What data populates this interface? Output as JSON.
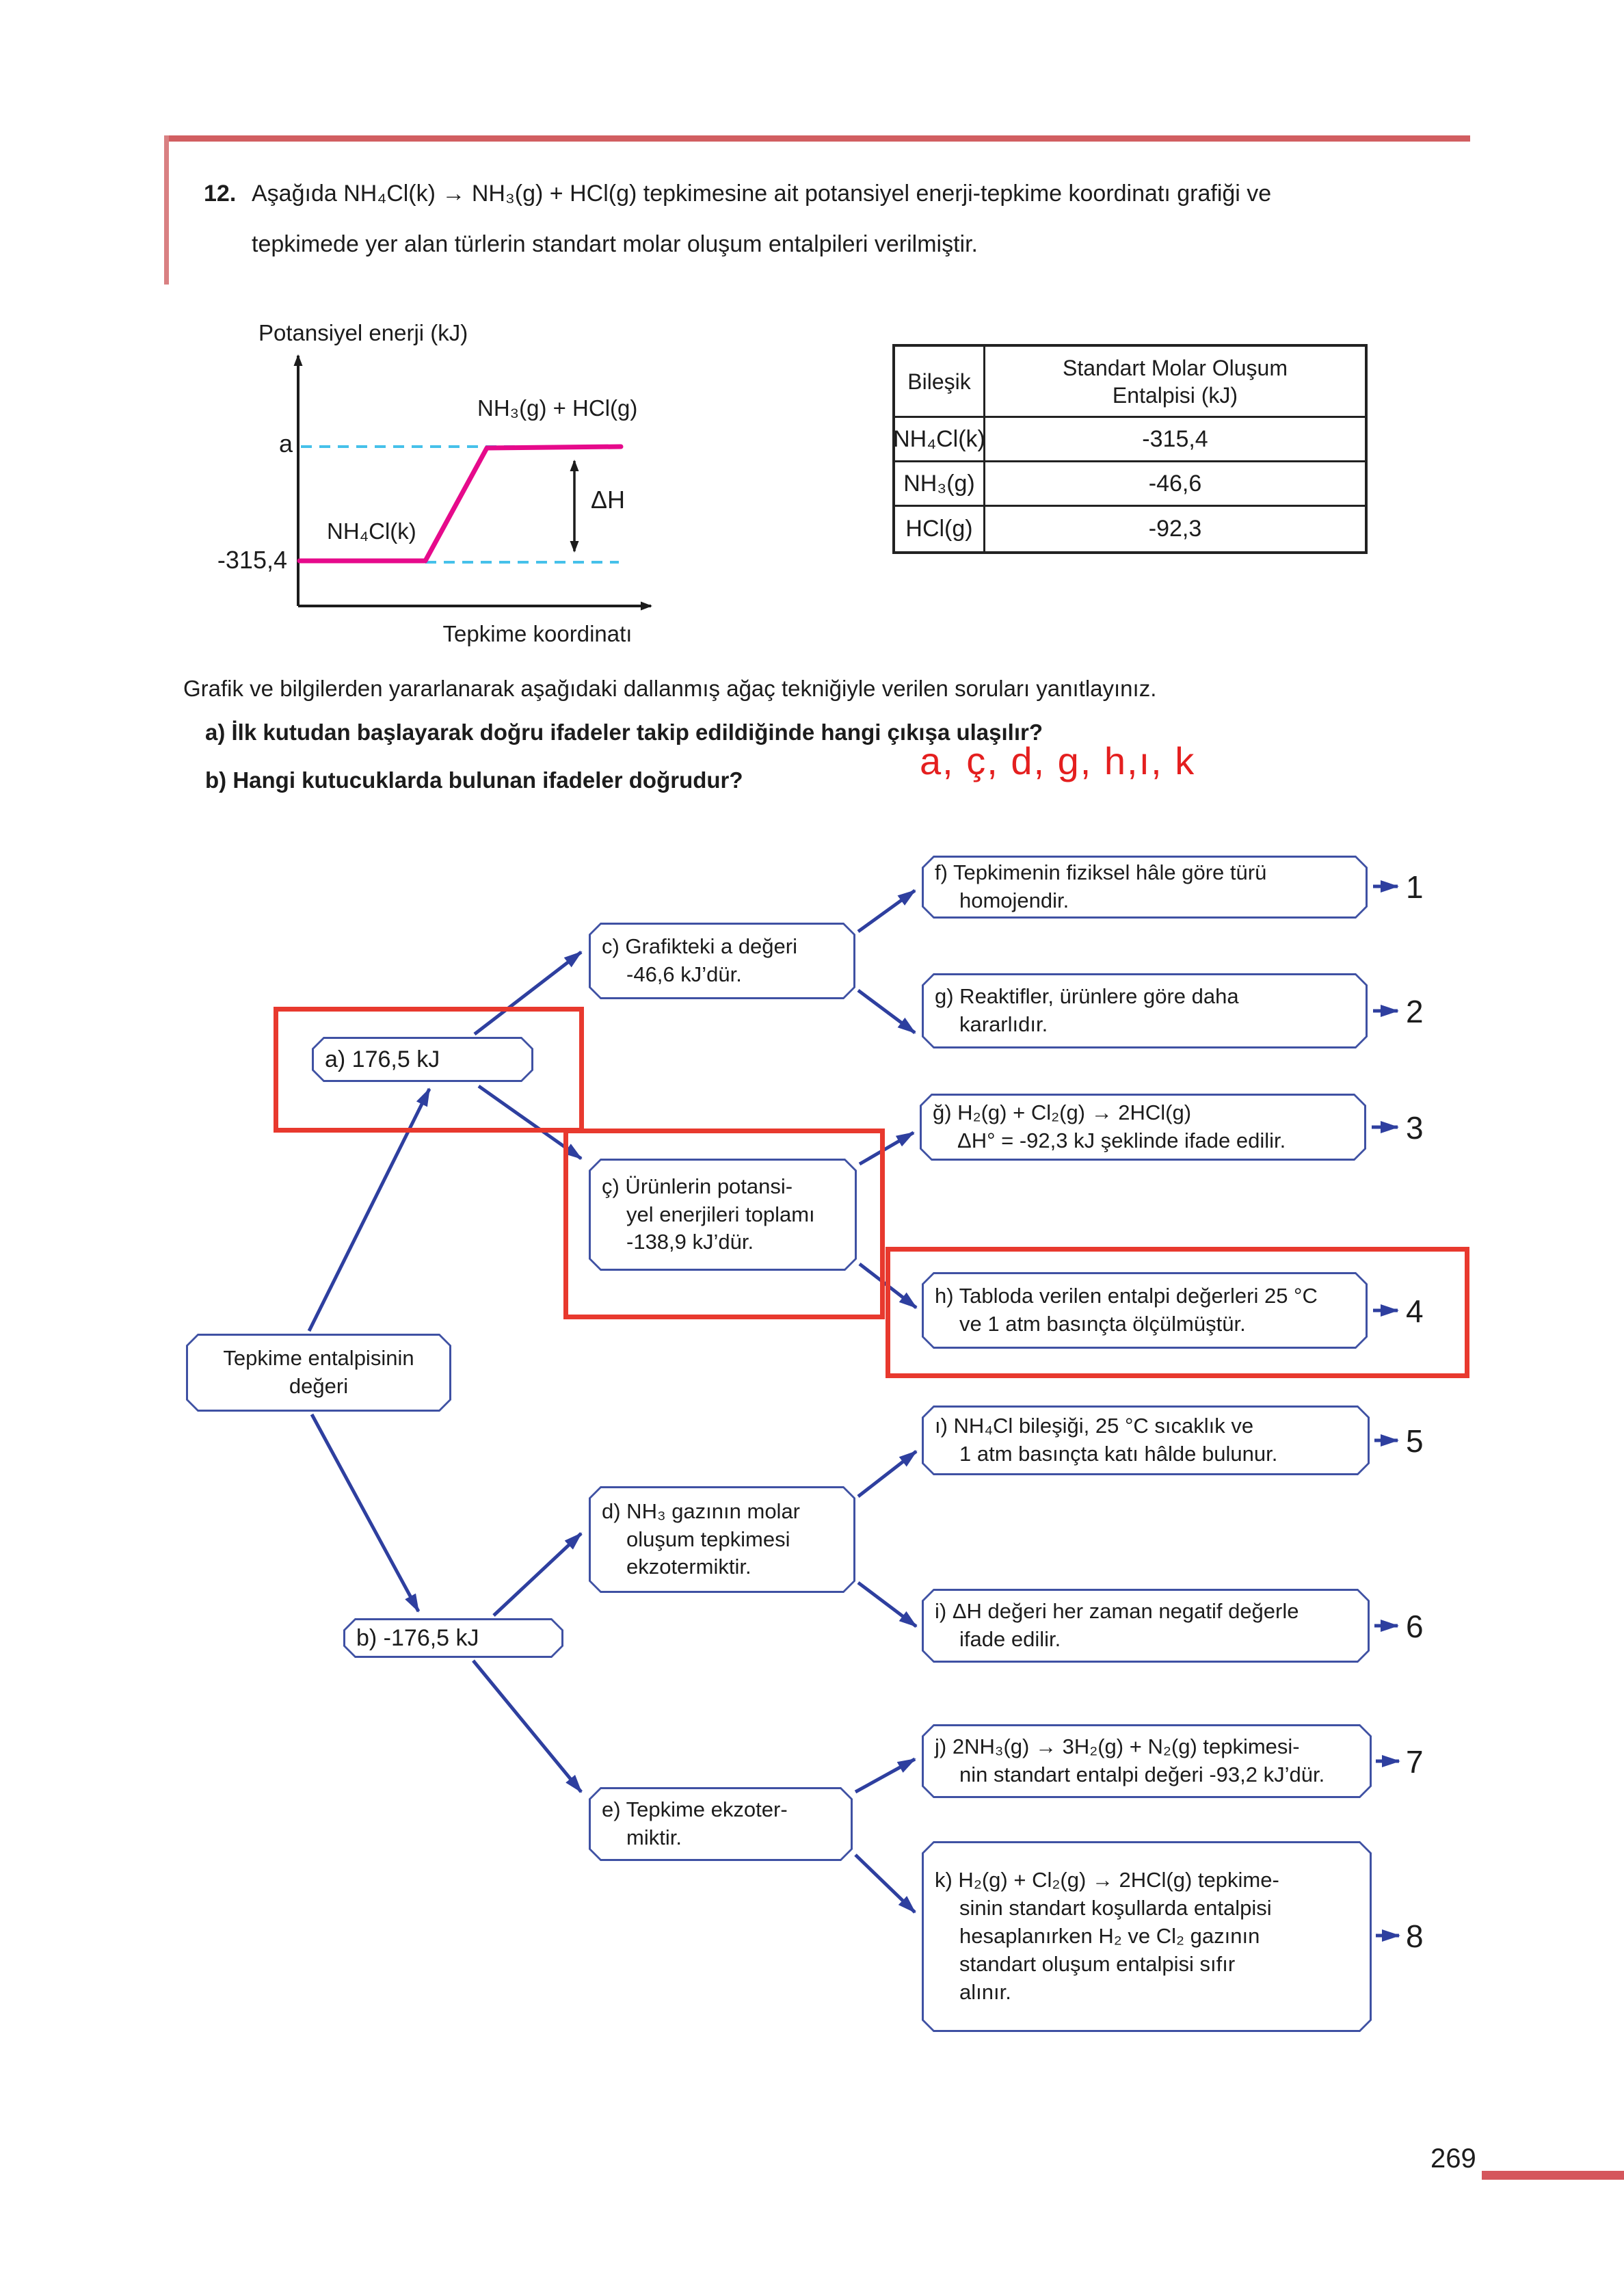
{
  "question": {
    "number": "12.",
    "line1": "Aşağıda NH₄Cl(k) → NH₃(g) + HCl(g) tepkimesine ait potansiyel enerji-tepkime koordinatı grafiği ve",
    "line2": "tepkimede yer alan türlerin standart molar oluşum entalpileri verilmiştir."
  },
  "chart_data": {
    "type": "line",
    "title": "Potansiyel enerji - tepkime koordinatı grafiği",
    "xlabel": "Tepkime koordinatı",
    "ylabel": "Potansiyel enerji (kJ)",
    "series": [
      {
        "name": "NH₄Cl(k) → NH₃(g) + HCl(g)",
        "levels": [
          {
            "label": "NH₄Cl(k)",
            "value": -315.4,
            "tick": "-315,4"
          },
          {
            "label": "NH₃(g) + HCl(g)",
            "value": "a",
            "tick": "a"
          }
        ]
      }
    ],
    "annotations": [
      "ΔH"
    ],
    "grid": false,
    "legend_position": "none"
  },
  "graph": {
    "y_axis": "Potansiyel enerji (kJ)",
    "x_axis": "Tepkime koordinatı",
    "level_a": "a",
    "level_reactant": "-315,4",
    "reactant": "NH₄Cl(k)",
    "products": "NH₃(g) + HCl(g)",
    "delta_h": "ΔH",
    "line_color": "#e60a8b",
    "dash_color": "#46c1ea"
  },
  "table": {
    "header_left": "Bileşik",
    "header_right_lines": [
      "Standart Molar Oluşum",
      "Entalpisi (kJ)"
    ],
    "rows": [
      {
        "compound": "NH₄Cl(k)",
        "enthalpy": "-315,4"
      },
      {
        "compound": "NH₃(g)",
        "enthalpy": "-46,6"
      },
      {
        "compound": "HCl(g)",
        "enthalpy": "-92,3"
      }
    ]
  },
  "instructions": {
    "intro": "Grafik ve bilgilerden yararlanarak aşağıdaki dallanmış ağaç tekniğiyle verilen soruları yanıtlayınız.",
    "item_a": "a) İlk kutudan başlayarak doğru ifadeler takip edildiğinde hangi çıkışa ulaşılır?",
    "item_b": "b) Hangi kutucuklarda bulunan ifadeler doğrudur?",
    "answer": "a, ç, d, g, h,ı, k",
    "answer_color": "#e41f1f"
  },
  "tree": {
    "root": {
      "lines": [
        "Tepkime entalpisinin",
        "değeri"
      ]
    },
    "a": {
      "lines": [
        "a) 176,5 kJ"
      ]
    },
    "b": {
      "lines": [
        "b) -176,5 kJ"
      ]
    },
    "c": {
      "lines": [
        "c) Grafikteki a değeri",
        "-46,6 kJ’dür."
      ]
    },
    "ce": {
      "lines": [
        "ç) Ürünlerin potansi-",
        "yel enerjileri toplamı",
        "-138,9 kJ’dür."
      ]
    },
    "d": {
      "lines": [
        "d) NH₃ gazının molar",
        "oluşum tepkimesi",
        "ekzotermiktir."
      ]
    },
    "e": {
      "lines": [
        "e) Tepkime ekzoter-",
        "miktir."
      ]
    },
    "f": {
      "lines": [
        "f) Tepkimenin fiziksel hâle göre türü",
        "homojendir."
      ]
    },
    "g": {
      "lines": [
        "g) Reaktifler, ürünlere göre daha",
        "kararlıdır."
      ]
    },
    "ge": {
      "lines": [
        "ğ) H₂(g) + Cl₂(g) → 2HCl(g)",
        "ΔH° = -92,3 kJ şeklinde ifade edilir."
      ]
    },
    "h": {
      "lines": [
        "h) Tabloda verilen entalpi değerleri 25 °C",
        "ve 1 atm basınçta ölçülmüştür."
      ]
    },
    "iu": {
      "lines": [
        "ı) NH₄Cl bileşiği, 25 °C sıcaklık ve",
        "1 atm basınçta katı hâlde bulunur."
      ]
    },
    "i": {
      "lines": [
        "i) ΔH değeri her zaman negatif değerle",
        "ifade edilir."
      ]
    },
    "j": {
      "lines": [
        "j) 2NH₃(g) → 3H₂(g) + N₂(g) tepkimesi-",
        "nin standart entalpi değeri -93,2 kJ’dür."
      ]
    },
    "k": {
      "lines": [
        "k) H₂(g) + Cl₂(g) → 2HCl(g) tepkime-",
        "sinin standart koşullarda entalpisi",
        "hesaplanırken H₂ ve Cl₂ gazının",
        "standart oluşum entalpisi sıfır",
        "alınır."
      ]
    },
    "outputs": [
      "1",
      "2",
      "3",
      "4",
      "5",
      "6",
      "7",
      "8"
    ]
  },
  "page": {
    "number": "269"
  }
}
